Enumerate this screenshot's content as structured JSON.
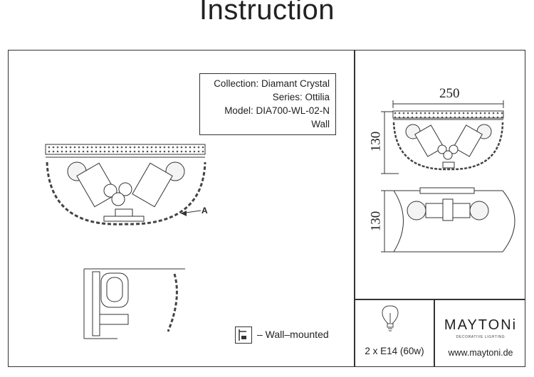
{
  "header": {
    "title": "Instruction"
  },
  "info_box": {
    "collection": "Collection: Diamant Crystal",
    "series": "Series: Ottilia",
    "model": "Model: DIA700-WL-02-N",
    "type": "Wall"
  },
  "drawing": {
    "callout_label": "A",
    "width_dim": "250",
    "height_dim_top": "130",
    "height_dim_bottom": "130"
  },
  "mounting": {
    "icon": "wall-mount-icon",
    "label": "– Wall–mounted"
  },
  "lamp": {
    "icon": "light-bulb-icon",
    "spec": "2 x E14 (60w)"
  },
  "brand": {
    "name": "MAYTONi",
    "tagline": "DECORATIVE LIGHTING",
    "website": "www.maytoni.de"
  }
}
